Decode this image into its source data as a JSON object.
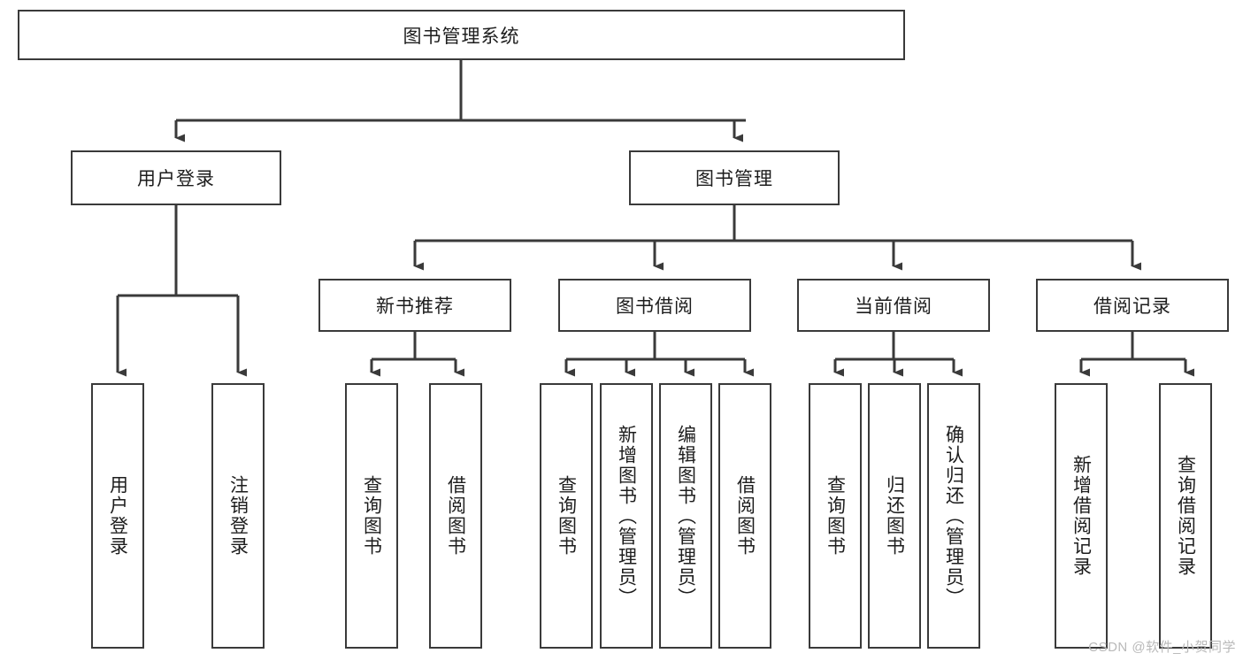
{
  "diagram": {
    "title": "图书管理系统",
    "type": "tree",
    "root": {
      "id": "root",
      "label": "图书管理系统",
      "orientation": "horizontal"
    },
    "level2": [
      {
        "id": "user-login",
        "label": "用户登录",
        "orientation": "horizontal"
      },
      {
        "id": "book-management",
        "label": "图书管理",
        "orientation": "horizontal"
      }
    ],
    "level3": [
      {
        "id": "new-book-recommend",
        "label": "新书推荐",
        "parent": "book-management",
        "orientation": "horizontal"
      },
      {
        "id": "book-borrow",
        "label": "图书借阅",
        "parent": "book-management",
        "orientation": "horizontal"
      },
      {
        "id": "current-borrow",
        "label": "当前借阅",
        "parent": "book-management",
        "orientation": "horizontal"
      },
      {
        "id": "borrow-record",
        "label": "借阅记录",
        "parent": "book-management",
        "orientation": "horizontal"
      }
    ],
    "leaves": [
      {
        "id": "leaf-user-login",
        "label": "用户登录",
        "parent": "user-login",
        "orientation": "vertical"
      },
      {
        "id": "leaf-logout",
        "label": "注销登录",
        "parent": "user-login",
        "orientation": "vertical"
      },
      {
        "id": "leaf-query-book-rec",
        "label": "查询图书",
        "parent": "new-book-recommend",
        "orientation": "vertical"
      },
      {
        "id": "leaf-borrow-book-rec",
        "label": "借阅图书",
        "parent": "new-book-recommend",
        "orientation": "vertical"
      },
      {
        "id": "leaf-query-book-borrow",
        "label": "查询图书",
        "parent": "book-borrow",
        "orientation": "vertical"
      },
      {
        "id": "leaf-add-book-admin",
        "label": "新增图书（管理员）",
        "parent": "book-borrow",
        "orientation": "vertical"
      },
      {
        "id": "leaf-edit-book-admin",
        "label": "编辑图书（管理员）",
        "parent": "book-borrow",
        "orientation": "vertical"
      },
      {
        "id": "leaf-borrow-book",
        "label": "借阅图书",
        "parent": "book-borrow",
        "orientation": "vertical"
      },
      {
        "id": "leaf-query-book-current",
        "label": "查询图书",
        "parent": "current-borrow",
        "orientation": "vertical"
      },
      {
        "id": "leaf-return-book",
        "label": "归还图书",
        "parent": "current-borrow",
        "orientation": "vertical"
      },
      {
        "id": "leaf-confirm-return-admin",
        "label": "确认归还（管理员）",
        "parent": "current-borrow",
        "orientation": "vertical"
      },
      {
        "id": "leaf-add-borrow-record",
        "label": "新增借阅记录",
        "parent": "borrow-record",
        "orientation": "vertical"
      },
      {
        "id": "leaf-query-borrow-record",
        "label": "查询借阅记录",
        "parent": "borrow-record",
        "orientation": "vertical"
      }
    ],
    "colors": {
      "stroke": "#3a3a3a",
      "fill": "#ffffff",
      "text": "#1d1d1d",
      "watermark": "#b9b9b9"
    }
  },
  "watermark": {
    "text": "CSDN @软件_小贺同学"
  }
}
